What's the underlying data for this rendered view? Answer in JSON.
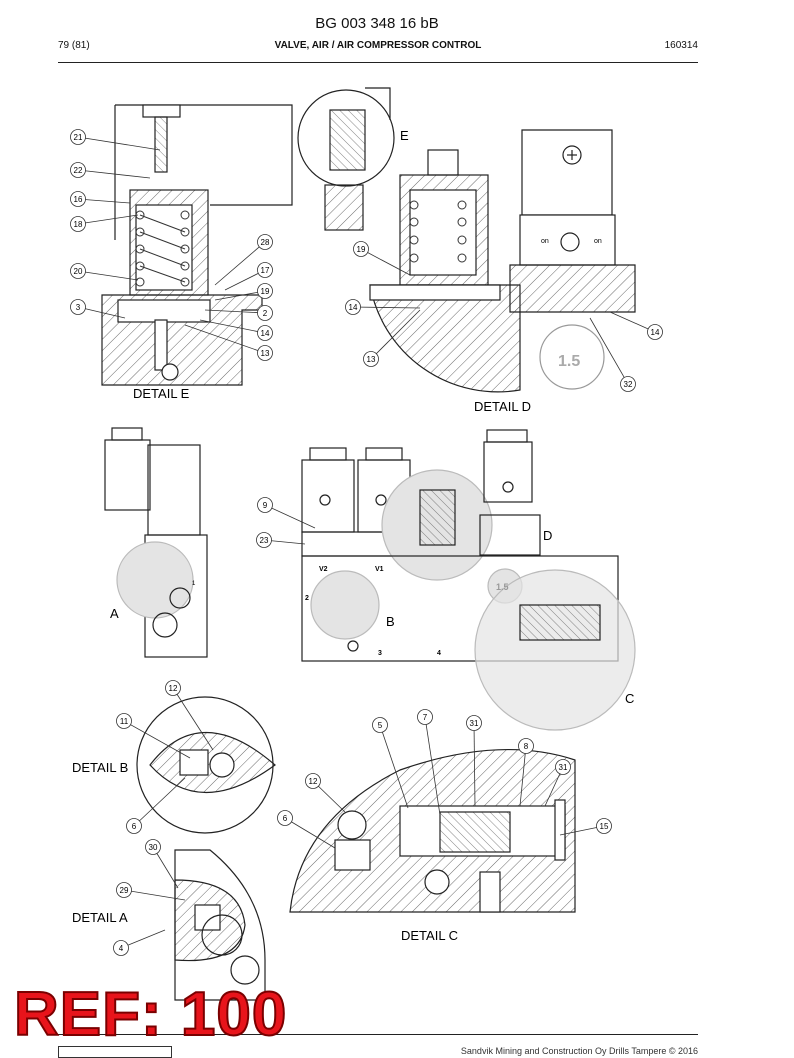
{
  "header": {
    "doc_code": "BG 003 348 16 bB",
    "page": "79 (81)",
    "title": "VALVE, AIR / AIR COMPRESSOR CONTROL",
    "code": "160314"
  },
  "details": {
    "e": "DETAIL E",
    "d": "DETAIL D",
    "b": "DETAIL B",
    "a": "DETAIL A",
    "c": "DETAIL C"
  },
  "zone_letters": {
    "e": "E",
    "d": "D",
    "a": "A",
    "b": "B",
    "c": "C"
  },
  "panel_labels": {
    "on_left": "on",
    "on_right": "on",
    "v2": "V2",
    "v1": "V1",
    "port2": "2",
    "port3": "3",
    "port4": "4",
    "port1": "1",
    "gauge": "1.5",
    "gauge_small": "1.5"
  },
  "callouts": {
    "e": [
      "21",
      "22",
      "16",
      "18",
      "20",
      "3",
      "28",
      "17",
      "19",
      "2",
      "14",
      "13"
    ],
    "d": [
      "19",
      "14",
      "13",
      "14",
      "32"
    ],
    "main": [
      "9",
      "23"
    ],
    "b": [
      "12",
      "11",
      "6"
    ],
    "a": [
      "30",
      "29",
      "4"
    ],
    "c": [
      "7",
      "5",
      "31",
      "8",
      "31",
      "12",
      "6",
      "15"
    ]
  },
  "ref_stamp": "REF: 100",
  "footer": {
    "copyright": "Sandvik Mining and Construction Oy Drills Tampere © 2016"
  }
}
